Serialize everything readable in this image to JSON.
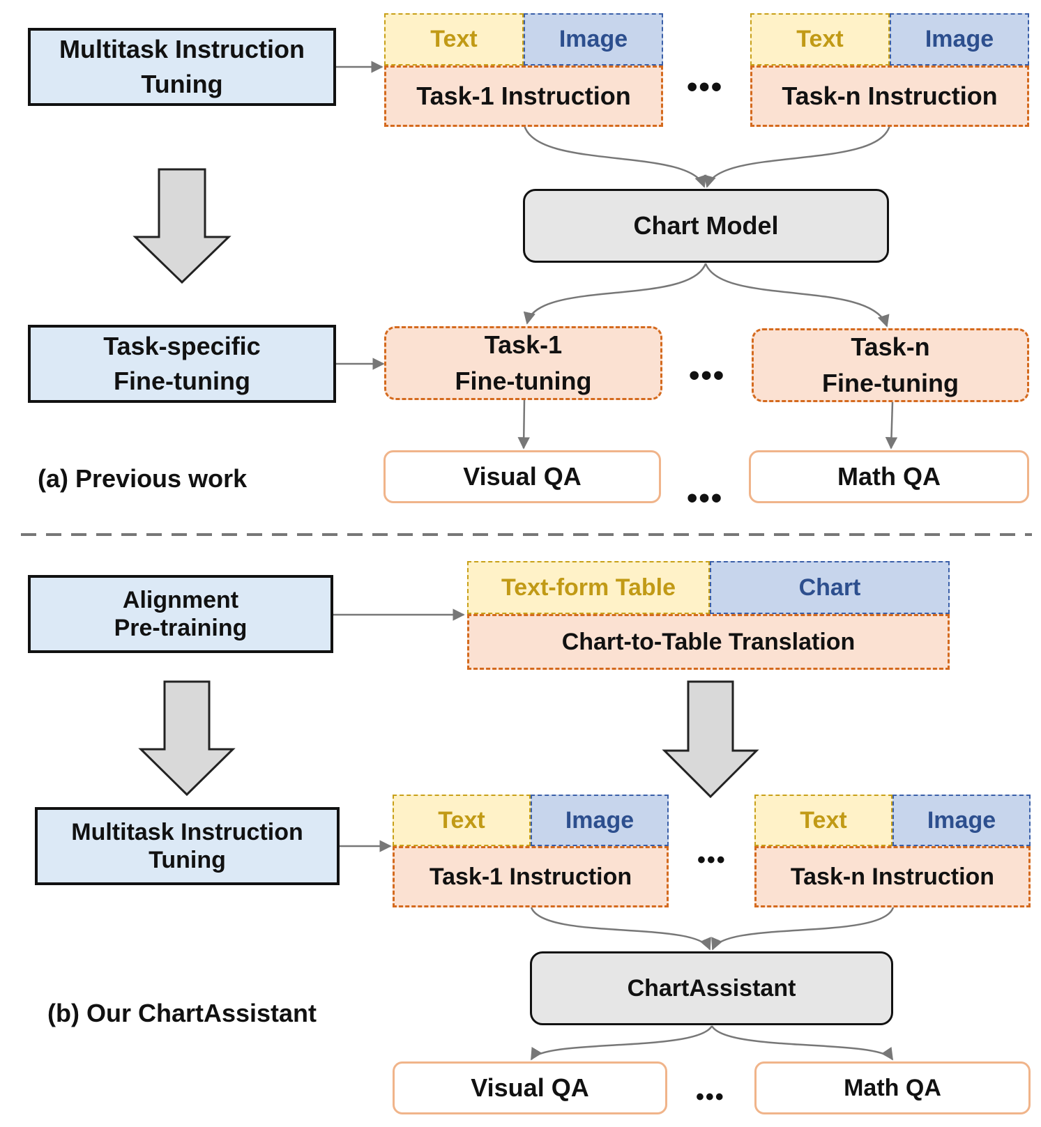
{
  "section_a": {
    "caption": "(a) Previous work",
    "stage_multitask": [
      "Multitask Instruction",
      "Tuning"
    ],
    "stage_finetune": [
      "Task-specific",
      "Fine-tuning"
    ],
    "text_tag": "Text",
    "image_tag": "Image",
    "task1_instruction": "Task-1 Instruction",
    "taskn_instruction": "Task-n Instruction",
    "model": "Chart Model",
    "task1_finetune": [
      "Task-1",
      "Fine-tuning"
    ],
    "taskn_finetune": [
      "Task-n",
      "Fine-tuning"
    ],
    "output_1": "Visual QA",
    "output_n": "Math QA",
    "ellipsis": "•••"
  },
  "section_b": {
    "caption": "(b) Our ChartAssistant",
    "stage_alignment": [
      "Alignment",
      "Pre-training"
    ],
    "stage_multitask": [
      "Multitask Instruction",
      "Tuning"
    ],
    "table_tag": "Text-form Table",
    "chart_tag": "Chart",
    "translation": "Chart-to-Table Translation",
    "text_tag": "Text",
    "image_tag": "Image",
    "task1_instruction": "Task-1 Instruction",
    "taskn_instruction": "Task-n Instruction",
    "model": "ChartAssistant",
    "output_1": "Visual QA",
    "output_n": "Math QA",
    "ellipsis": "•••"
  },
  "colors": {
    "stage_fill": "#dce9f6",
    "text_fill": "#fff2c8",
    "text_color": "#c19a16",
    "image_fill": "#c7d5ec",
    "image_color": "#2d4f8e",
    "instruction_fill": "#fbe1d2",
    "instruction_border": "#d46a1e",
    "output_border": "#f0b48a",
    "model_fill": "#e6e6e6",
    "connector": "#777777",
    "divider": "#777777"
  }
}
